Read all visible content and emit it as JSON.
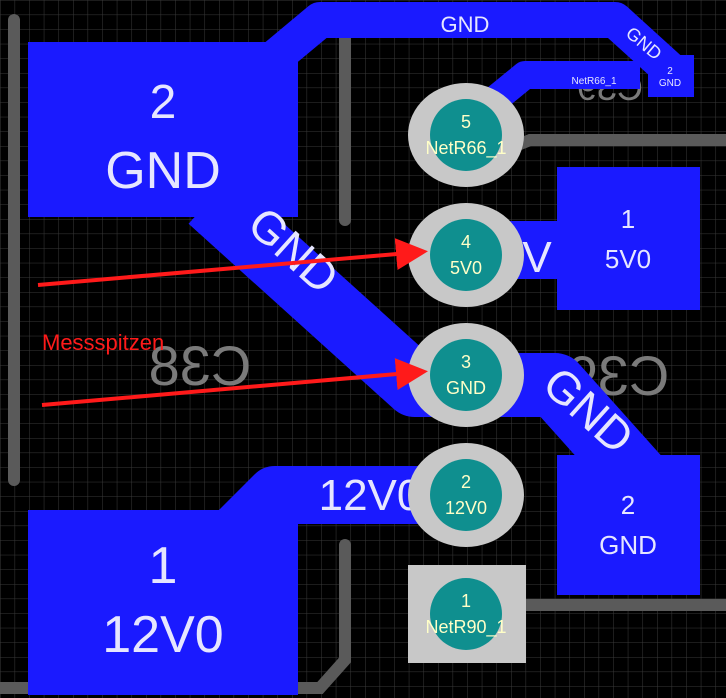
{
  "colors": {
    "background": "#000000",
    "grid": "#3a3a3a",
    "copper": "#1a1aff",
    "copper_text": "#e6e6ff",
    "silkscreen": "#7a7a7a",
    "pad_ring": "#c8c8c8",
    "pad_core": "#0f8f8f",
    "pad_text": "#ffffc8",
    "annotation": "#ff1a1a"
  },
  "copper_labels": {
    "top_trace": "GND",
    "top_right_trace": "GND",
    "diagonal_trace": "GND",
    "right_diagonal_trace": "GND",
    "middle_trace": "12V0",
    "partial_trace": "V",
    "small_pad_number": "2",
    "small_pad_net": "GND",
    "small_trace_net": "NetR66_1"
  },
  "big_pads": [
    {
      "id": "top-left",
      "number": "2",
      "net": "GND"
    },
    {
      "id": "bottom-left",
      "number": "1",
      "net": "12V0"
    },
    {
      "id": "right-top",
      "number": "1",
      "net": "5V0"
    },
    {
      "id": "right-bottom",
      "number": "2",
      "net": "GND"
    }
  ],
  "connector_pins": [
    {
      "number": "5",
      "net": "NetR66_1"
    },
    {
      "number": "4",
      "net": "5V0"
    },
    {
      "number": "3",
      "net": "GND"
    },
    {
      "number": "2",
      "net": "12V0"
    },
    {
      "number": "1",
      "net": "NetR90_1"
    }
  ],
  "silkscreen": {
    "left_designator": "C38",
    "right_designator": "C39"
  },
  "annotation": {
    "label": "Messspitzen"
  }
}
